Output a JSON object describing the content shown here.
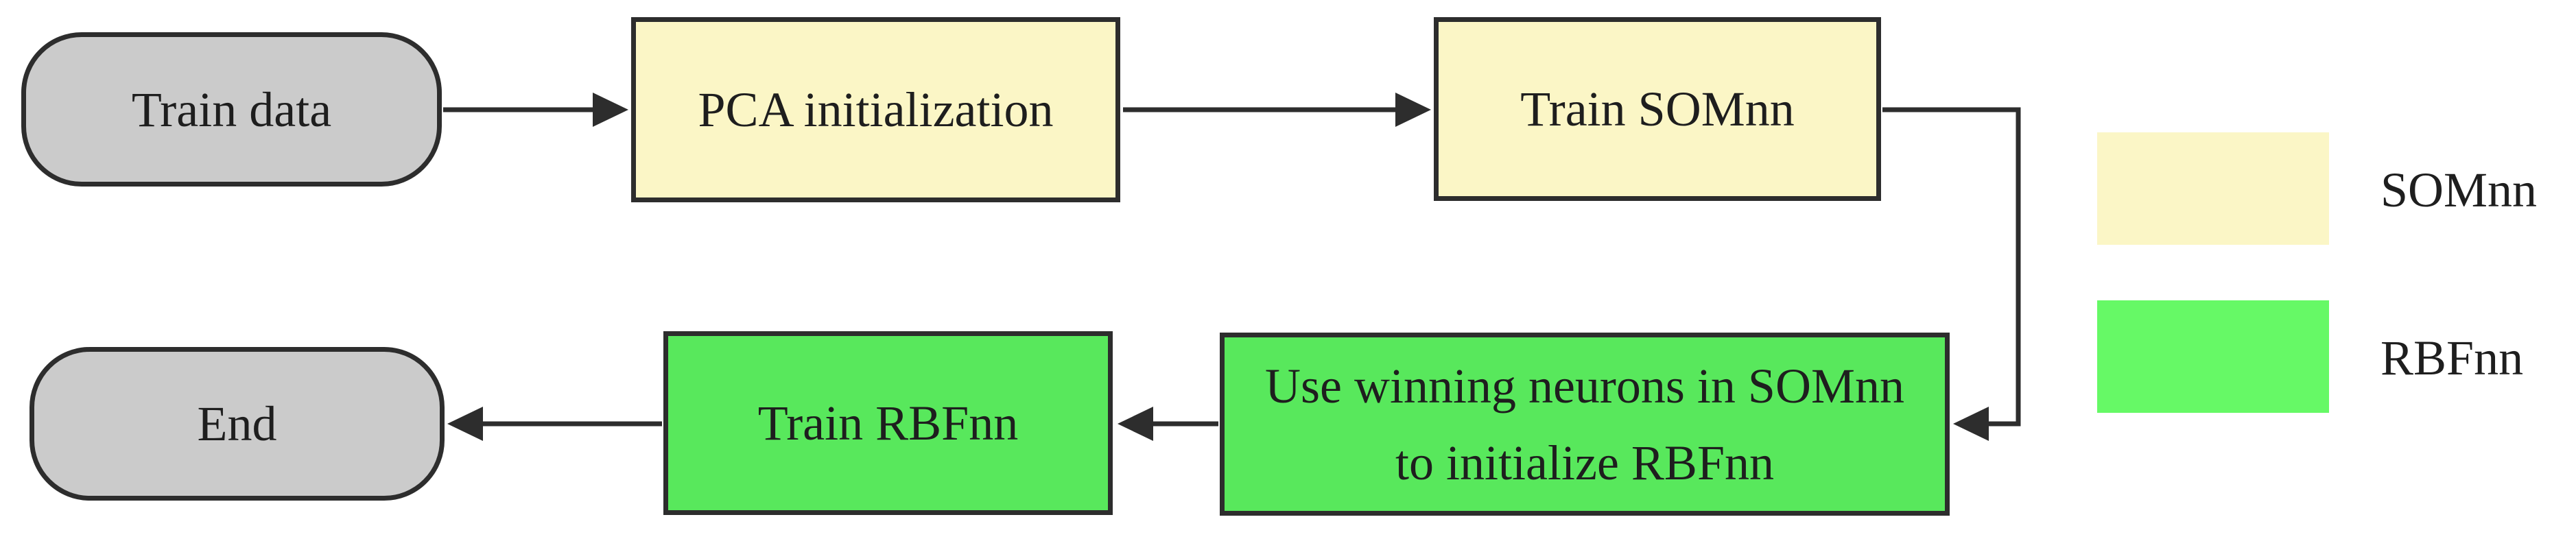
{
  "diagram": {
    "type": "flowchart",
    "nodes": {
      "train_data": {
        "label": "Train data",
        "shape": "terminator"
      },
      "pca_initialization": {
        "label": "PCA initialization",
        "shape": "process",
        "category": "SOMnn"
      },
      "train_somnn": {
        "label": "Train SOMnn",
        "shape": "process",
        "category": "SOMnn"
      },
      "use_winning_neurons": {
        "lines": [
          "Use winning neurons in SOMnn",
          "to initialize RBFnn"
        ],
        "shape": "process",
        "category": "RBFnn"
      },
      "train_rbfnn": {
        "label": "Train RBFnn",
        "shape": "process",
        "category": "RBFnn"
      },
      "end": {
        "label": "End",
        "shape": "terminator"
      }
    },
    "edges": [
      {
        "from": "train_data",
        "to": "pca_initialization"
      },
      {
        "from": "pca_initialization",
        "to": "train_somnn"
      },
      {
        "from": "train_somnn",
        "to": "use_winning_neurons"
      },
      {
        "from": "use_winning_neurons",
        "to": "train_rbfnn"
      },
      {
        "from": "train_rbfnn",
        "to": "end"
      }
    ],
    "legend": {
      "items": [
        {
          "label": "SOMnn",
          "color": "#fbf6c6"
        },
        {
          "label": "RBFnn",
          "color": "#66f966"
        }
      ]
    },
    "colors": {
      "terminator_fill": "#cbcbcb",
      "somnn_node_fill": "#fbf6c6",
      "rbfnn_node_fill": "#58e85c",
      "legend_somnn_fill": "#fbf6c6",
      "legend_rbfnn_fill": "#66f966",
      "outline": "#2d2d2d",
      "text": "#1e1e1e",
      "background": "#ffffff"
    }
  }
}
